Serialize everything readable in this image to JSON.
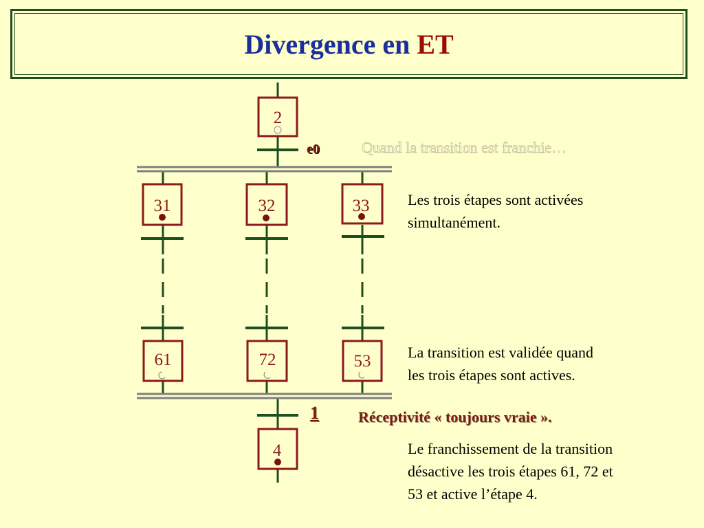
{
  "title": {
    "main": "Divergence en ",
    "accent": "ET",
    "main_color": "#1A2E9C",
    "accent_color": "#9B0B0B"
  },
  "colors": {
    "background": "#FFFFCC",
    "links": "#1E4D1E",
    "step_border": "#8B1A1A",
    "double_bar": "#7F7F7F"
  },
  "steps": [
    {
      "label": "2",
      "token": "empty"
    },
    {
      "label": "31",
      "token": "active"
    },
    {
      "label": "32",
      "token": "active"
    },
    {
      "label": "33",
      "token": "active"
    },
    {
      "label": "61",
      "token": "empty"
    },
    {
      "label": "72",
      "token": "empty"
    },
    {
      "label": "53",
      "token": "empty"
    },
    {
      "label": "4",
      "token": "active"
    }
  ],
  "transitions": {
    "first": "e0",
    "convergence": "1"
  },
  "notes": {
    "ghost": "Quand la transition est franchie…",
    "activated": "Les trois étapes sont activées\nsimultanément.",
    "validated": "La transition est validée quand\nles trois étapes sont actives.",
    "receptivity": "Réceptivité « toujours vraie ».",
    "crossing": "Le franchissement de la transition\ndésactive les trois étapes 61, 72 et\n53 et active l’étape 4."
  }
}
